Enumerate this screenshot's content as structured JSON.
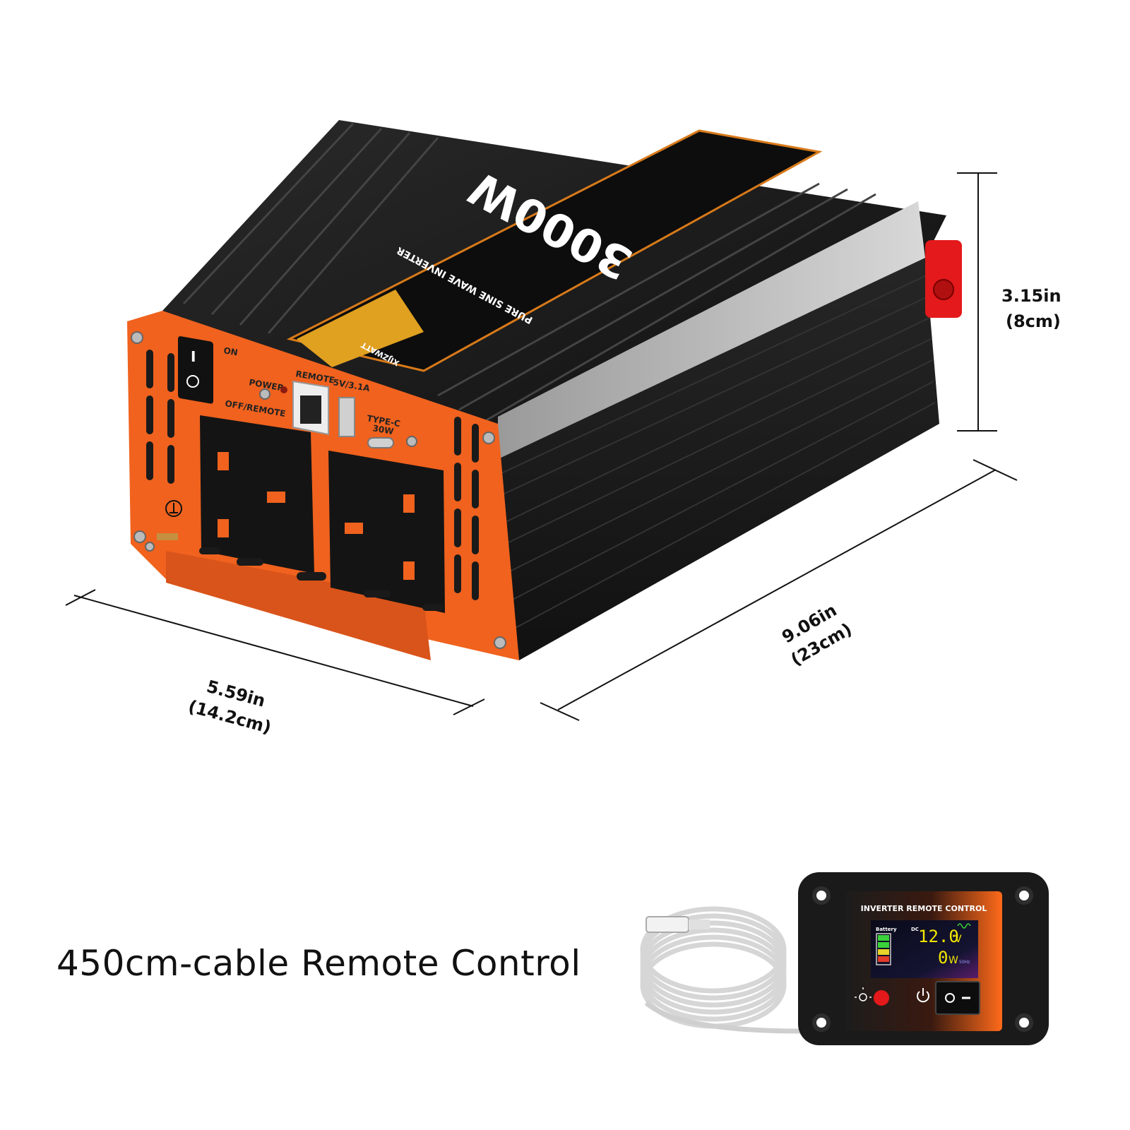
{
  "product": {
    "wattage": "3000W",
    "subtitle": "PURE SINE WAVE INVERTER",
    "brand": "XIJZWATT",
    "switch_on": "ON",
    "power_label": "POWER",
    "off_remote_label": "OFF/REMOTE",
    "remote_label": "REMOTE",
    "usb_label": "5V/3.1A",
    "typec_label": "TYPE-C",
    "typec_watt": "30W",
    "body_color": "#1c1c1c",
    "panel_color": "#f0621e",
    "accent_red": "#e3191b"
  },
  "dimensions": {
    "height_in": "3.15in",
    "height_cm": "(8cm)",
    "depth_in": "9.06in",
    "depth_cm": "(23cm)",
    "width_in": "5.59in",
    "width_cm": "(14.2cm)"
  },
  "remote": {
    "title": "INVERTER REMOTE CONTROL",
    "battery_label": "Battery",
    "dc_label": "DC",
    "voltage": "12.0",
    "voltage_unit": "V",
    "watts": "0",
    "watts_unit": "W",
    "frequency": "50Hz"
  },
  "caption": "450cm-cable Remote Control"
}
